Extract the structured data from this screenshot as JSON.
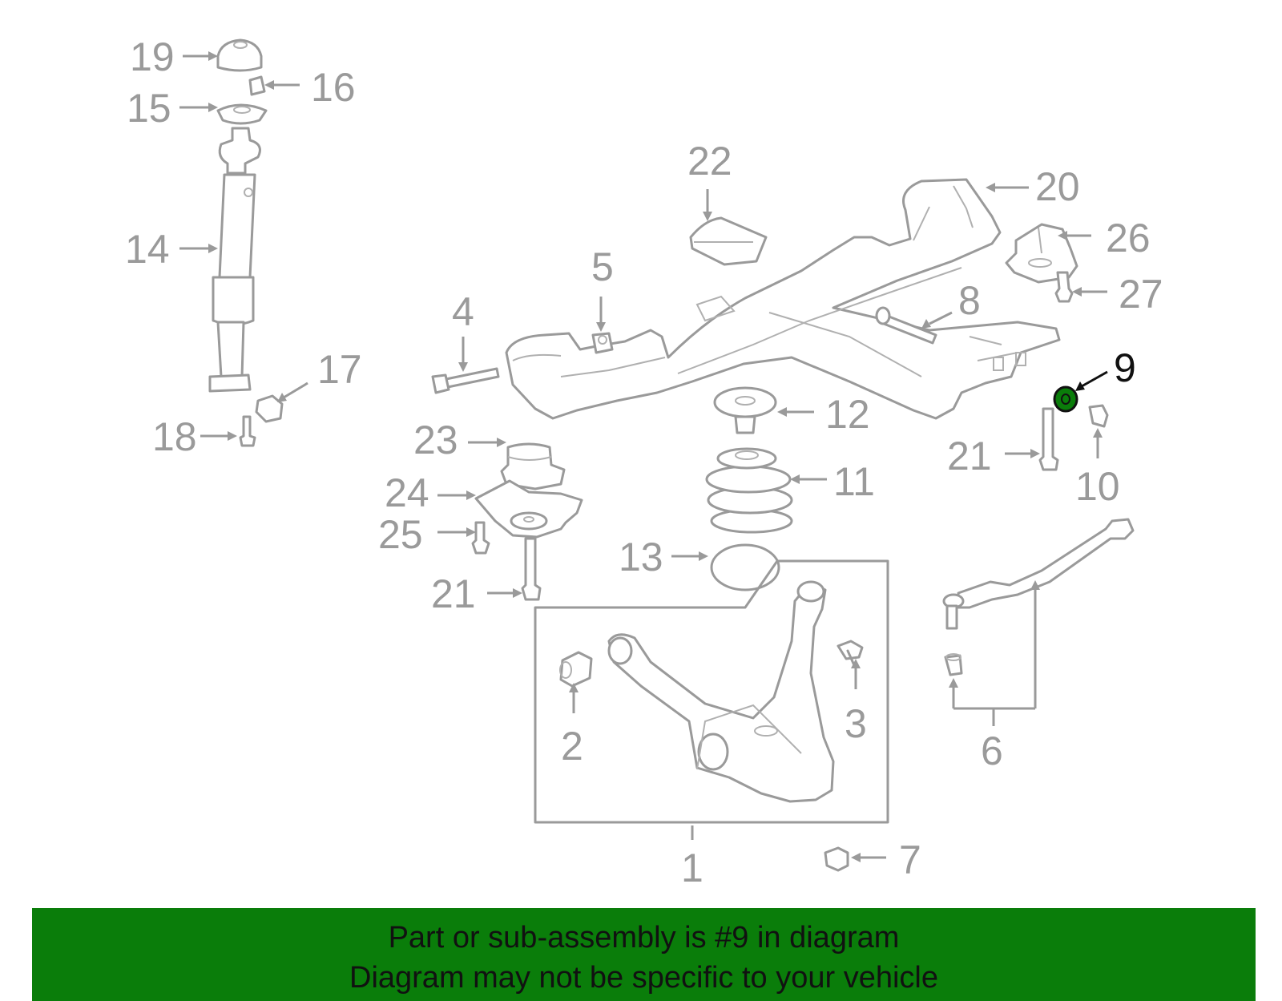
{
  "callouts": {
    "c1": "1",
    "c2": "2",
    "c3": "3",
    "c4": "4",
    "c5": "5",
    "c6": "6",
    "c7": "7",
    "c8": "8",
    "c9": "9",
    "c10": "10",
    "c11": "11",
    "c12": "12",
    "c13": "13",
    "c14": "14",
    "c15": "15",
    "c16": "16",
    "c17": "17",
    "c18": "18",
    "c19": "19",
    "c20": "20",
    "c21a": "21",
    "c21b": "21",
    "c22": "22",
    "c23": "23",
    "c24": "24",
    "c25": "25",
    "c26": "26",
    "c27": "27"
  },
  "highlighted_part": "9",
  "colors": {
    "highlight": "#0a7d0a",
    "parts": "#9a9a9a",
    "banner": "#0a7d0a"
  },
  "banner": {
    "line1": "Part or sub-assembly is #9 in diagram",
    "line2": "Diagram may not be specific to your vehicle"
  }
}
